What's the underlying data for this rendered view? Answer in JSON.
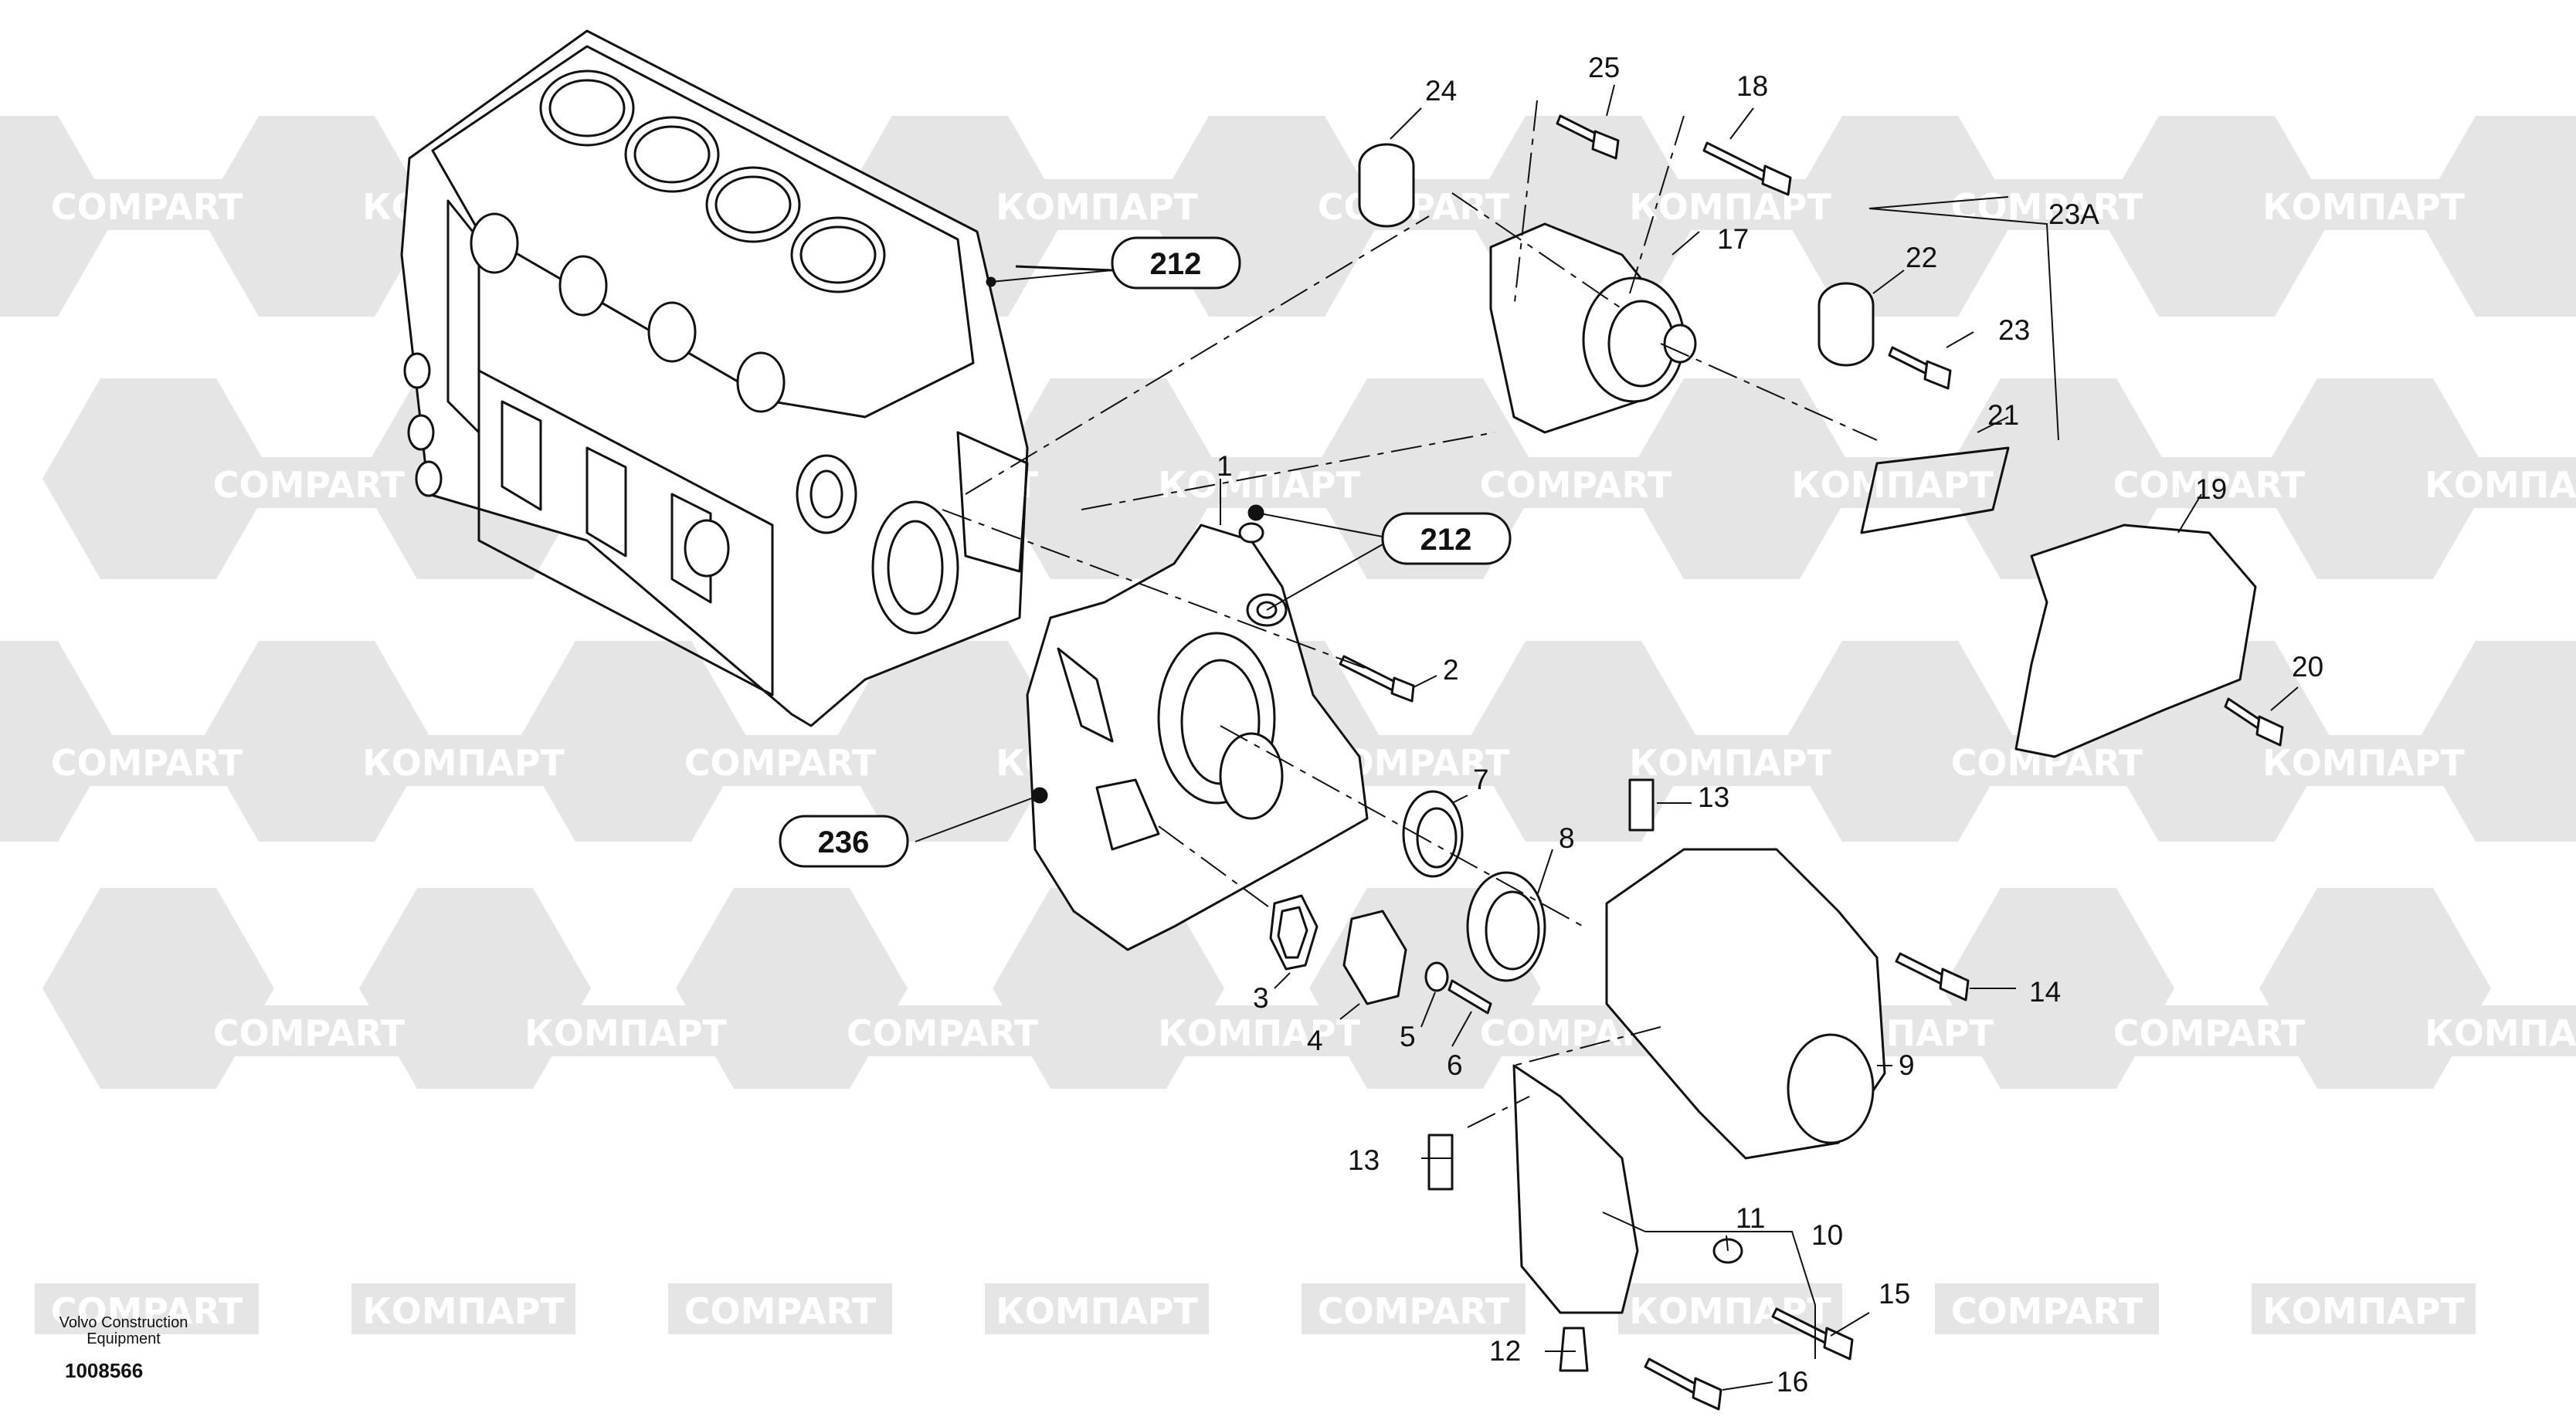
{
  "watermark": {
    "latin": "COMPART",
    "cyrillic": "КОМПАРТ",
    "hex_color": "#e5e5e5",
    "text_color": "#ffffff"
  },
  "footer": {
    "brand_line1": "Volvo Construction",
    "brand_line2": "Equipment",
    "drawing_number": "1008566"
  },
  "callouts": {
    "c1": "1",
    "c2": "2",
    "c3": "3",
    "c4": "4",
    "c5": "5",
    "c6": "6",
    "c7": "7",
    "c8": "8",
    "c9": "9",
    "c10": "10",
    "c11": "11",
    "c12": "12",
    "c13a": "13",
    "c13b": "13",
    "c14": "14",
    "c15": "15",
    "c16": "16",
    "c17": "17",
    "c18": "18",
    "c19": "19",
    "c20": "20",
    "c21": "21",
    "c22": "22",
    "c23": "23",
    "c23a": "23A",
    "c24": "24",
    "c25": "25"
  },
  "references": {
    "r212a": "212",
    "r212b": "212",
    "r236": "236"
  },
  "colors": {
    "line": "#111111",
    "background": "#ffffff"
  }
}
